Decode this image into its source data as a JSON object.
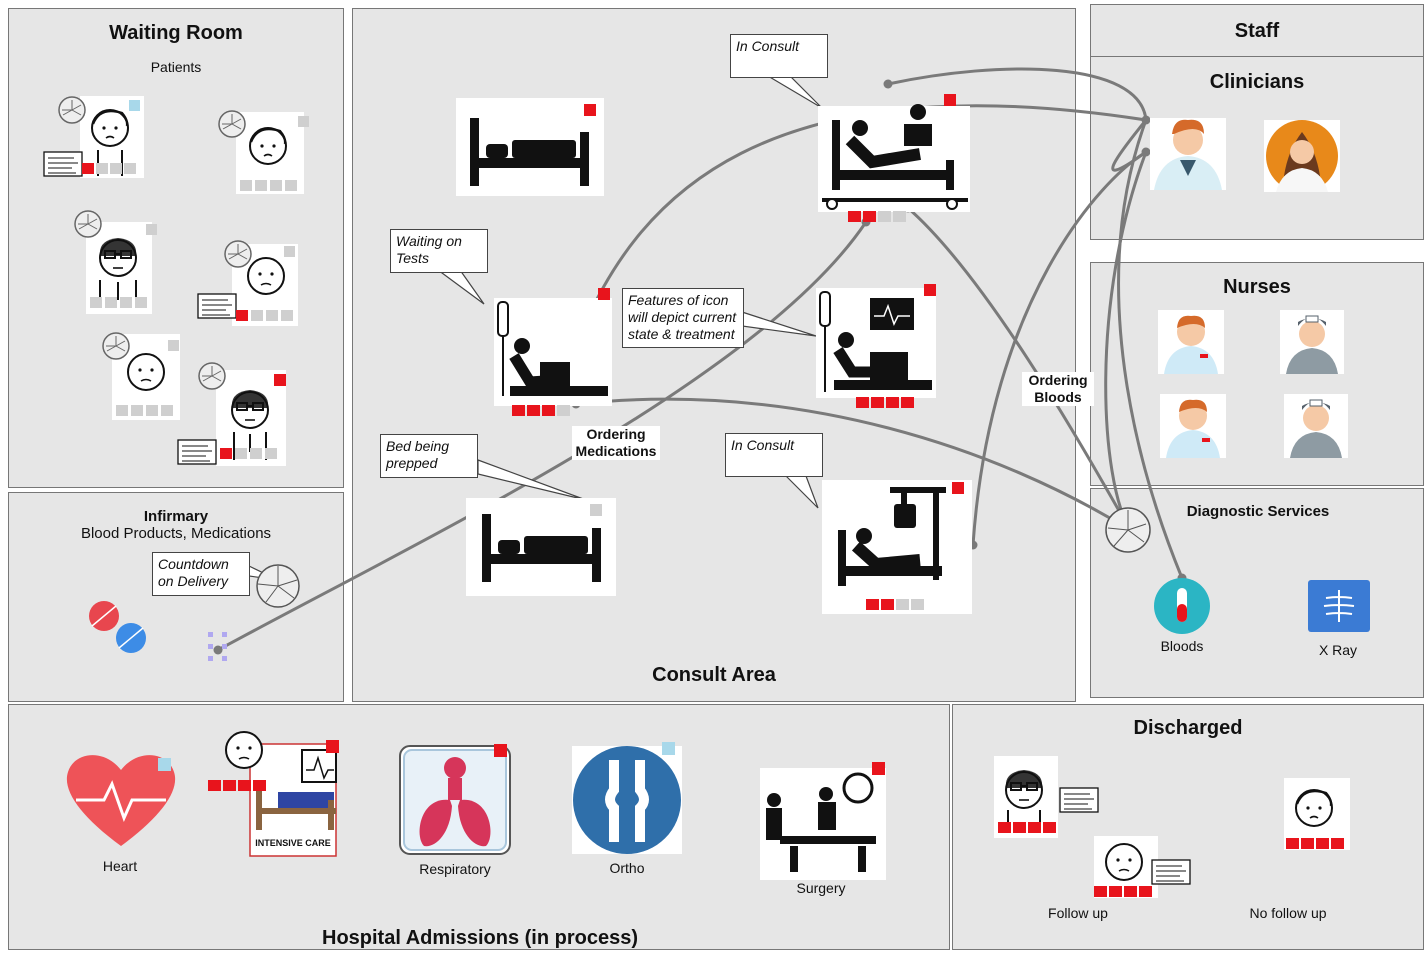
{
  "waiting_room": {
    "title": "Waiting Room",
    "subtitle": "Patients"
  },
  "infirmary": {
    "title": "Infirmary",
    "subtitle": "Blood Products, Medications",
    "callout": "Countdown on Delivery"
  },
  "consult_area": {
    "title": "Consult Area",
    "callouts": {
      "in_consult_top": "In Consult",
      "waiting_on_tests": "Waiting on Tests",
      "features": "Features of icon will depict current state & treatment",
      "bed_prepped": "Bed being prepped",
      "in_consult_bottom": "In Consult"
    },
    "labels": {
      "ordering_medications": "Ordering Medications",
      "ordering_bloods": "Ordering Bloods"
    }
  },
  "staff": {
    "title": "Staff",
    "clinicians": "Clinicians",
    "nurses": "Nurses"
  },
  "diagnostic": {
    "title": "Diagnostic Services",
    "bloods": "Bloods",
    "xray": "X Ray"
  },
  "admissions": {
    "title": "Hospital Admissions (in process)",
    "heart": "Heart",
    "intensive_care": "INTENSIVE CARE",
    "respiratory": "Respiratory",
    "ortho": "Ortho",
    "surgery": "Surgery"
  },
  "discharged": {
    "title": "Discharged",
    "follow_up": "Follow up",
    "no_follow_up": "No follow up"
  },
  "colors": {
    "accent_red": "#e8141c",
    "status_grey": "#cfcfcf",
    "connector": "#7a7a7a",
    "panel_bg": "#e6e6e6"
  }
}
